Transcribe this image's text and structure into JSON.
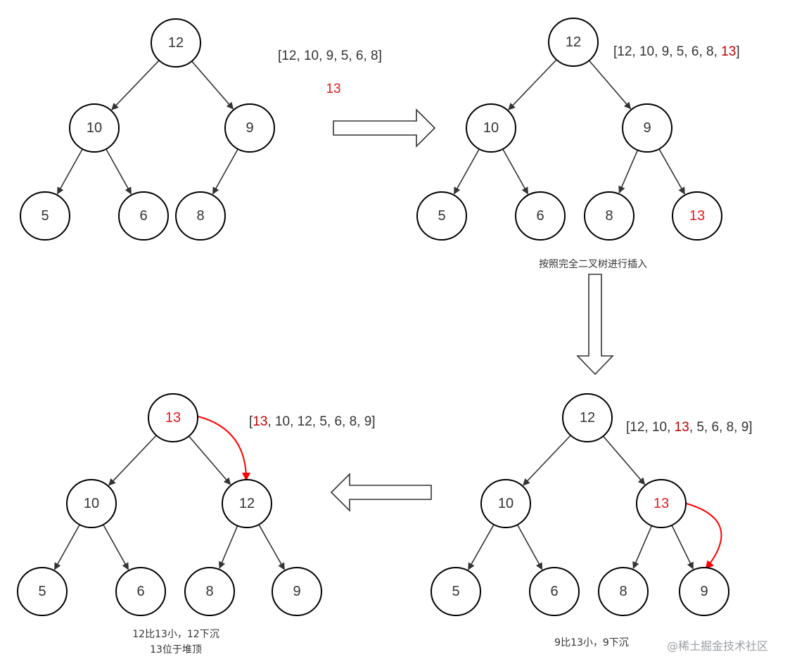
{
  "panels": [
    {
      "id": "p1",
      "array_text": [
        {
          "t": "[12, 10, 9, 5, 6, 8]",
          "hl": false
        }
      ],
      "pending_value": "13",
      "nodes": [
        {
          "id": "a",
          "label": "12",
          "hl": false
        },
        {
          "id": "b",
          "label": "10",
          "hl": false
        },
        {
          "id": "c",
          "label": "9",
          "hl": false
        },
        {
          "id": "d",
          "label": "5",
          "hl": false
        },
        {
          "id": "e",
          "label": "6",
          "hl": false
        },
        {
          "id": "f",
          "label": "8",
          "hl": false
        }
      ],
      "edges": [
        [
          "a",
          "b"
        ],
        [
          "a",
          "c"
        ],
        [
          "b",
          "d"
        ],
        [
          "b",
          "e"
        ],
        [
          "c",
          "f"
        ]
      ]
    },
    {
      "id": "p2",
      "array_text": [
        {
          "t": "[12, 10, 9, 5, 6, 8, ",
          "hl": false
        },
        {
          "t": "13",
          "hl": true
        },
        {
          "t": "]",
          "hl": false
        }
      ],
      "note": [
        "按照完全二叉树进行插入"
      ],
      "nodes": [
        {
          "id": "a",
          "label": "12",
          "hl": false
        },
        {
          "id": "b",
          "label": "10",
          "hl": false
        },
        {
          "id": "c",
          "label": "9",
          "hl": false
        },
        {
          "id": "d",
          "label": "5",
          "hl": false
        },
        {
          "id": "e",
          "label": "6",
          "hl": false
        },
        {
          "id": "f",
          "label": "8",
          "hl": false
        },
        {
          "id": "g",
          "label": "13",
          "hl": true
        }
      ],
      "edges": [
        [
          "a",
          "b"
        ],
        [
          "a",
          "c"
        ],
        [
          "b",
          "d"
        ],
        [
          "b",
          "e"
        ],
        [
          "c",
          "f"
        ],
        [
          "c",
          "g"
        ]
      ]
    },
    {
      "id": "p3",
      "array_text": [
        {
          "t": "[12, 10, ",
          "hl": false
        },
        {
          "t": "13",
          "hl": true
        },
        {
          "t": ", 5, 6, 8, 9]",
          "hl": false
        }
      ],
      "note": [
        "9比13小，9下沉"
      ],
      "nodes": [
        {
          "id": "a",
          "label": "12",
          "hl": false
        },
        {
          "id": "b",
          "label": "10",
          "hl": false
        },
        {
          "id": "c",
          "label": "13",
          "hl": true
        },
        {
          "id": "d",
          "label": "5",
          "hl": false
        },
        {
          "id": "e",
          "label": "6",
          "hl": false
        },
        {
          "id": "f",
          "label": "8",
          "hl": false
        },
        {
          "id": "g",
          "label": "9",
          "hl": false
        }
      ],
      "edges": [
        [
          "a",
          "b"
        ],
        [
          "a",
          "c"
        ],
        [
          "b",
          "d"
        ],
        [
          "b",
          "e"
        ],
        [
          "c",
          "f"
        ],
        [
          "c",
          "g"
        ]
      ]
    },
    {
      "id": "p4",
      "array_text": [
        {
          "t": "[",
          "hl": false
        },
        {
          "t": "13",
          "hl": true
        },
        {
          "t": ", 10, 12, 5, 6, 8, 9]",
          "hl": false
        }
      ],
      "note": [
        "12比13小，12下沉",
        "13位于堆顶"
      ],
      "nodes": [
        {
          "id": "a",
          "label": "13",
          "hl": true
        },
        {
          "id": "b",
          "label": "10",
          "hl": false
        },
        {
          "id": "c",
          "label": "12",
          "hl": false
        },
        {
          "id": "d",
          "label": "5",
          "hl": false
        },
        {
          "id": "e",
          "label": "6",
          "hl": false
        },
        {
          "id": "f",
          "label": "8",
          "hl": false
        },
        {
          "id": "g",
          "label": "9",
          "hl": false
        }
      ],
      "edges": [
        [
          "a",
          "b"
        ],
        [
          "a",
          "c"
        ],
        [
          "b",
          "d"
        ],
        [
          "b",
          "e"
        ],
        [
          "c",
          "f"
        ],
        [
          "c",
          "g"
        ]
      ]
    }
  ],
  "watermark": "@稀土掘金技术社区",
  "colors": {
    "highlight": "#e21b1b",
    "swap_arrow": "#ff0000",
    "stroke": "#333333"
  }
}
